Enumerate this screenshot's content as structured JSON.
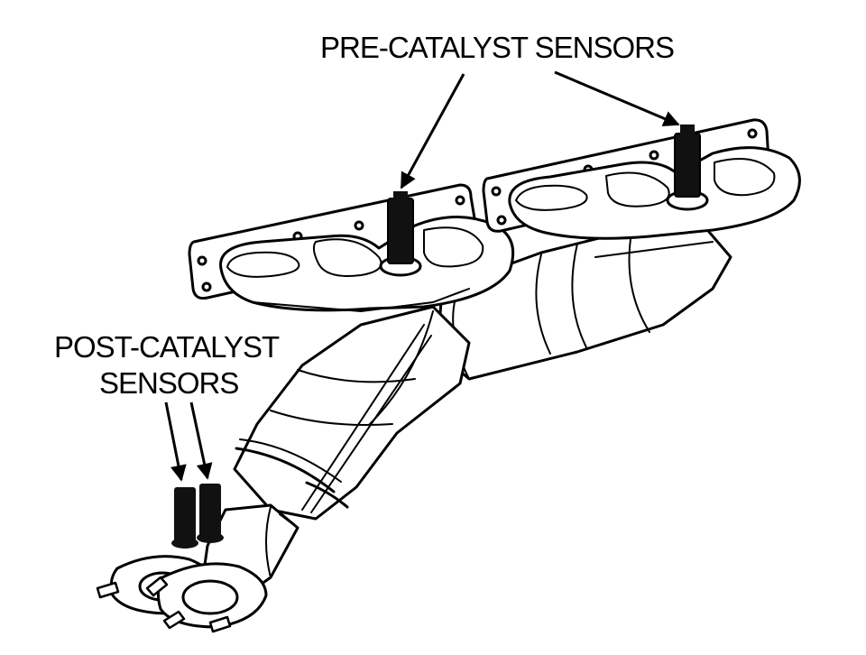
{
  "labels": {
    "pre_catalyst": "PRE-CATALYST SENSORS",
    "post_catalyst_line1": "POST-CATALYST",
    "post_catalyst_line2": "SENSORS"
  }
}
